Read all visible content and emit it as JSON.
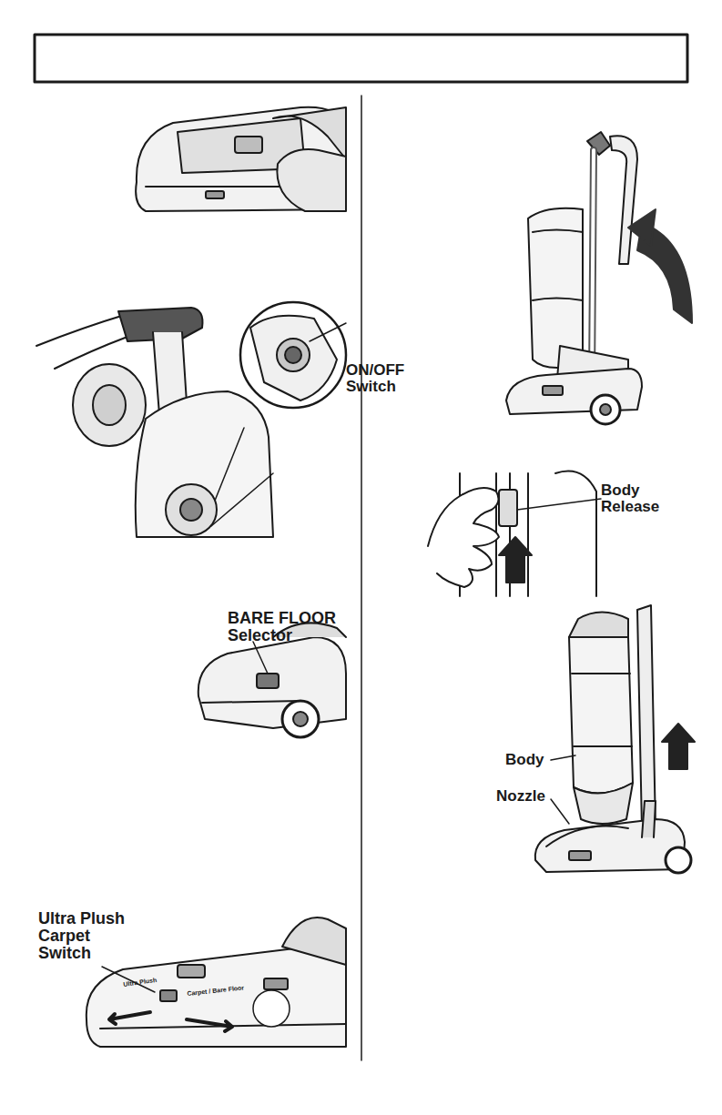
{
  "diagram": {
    "labels": [
      "ON/OFF Switch",
      "BARE FLOOR Selector",
      "Ultra Plush Carpet Switch",
      "Ultra Plush",
      "Carpet / Bare Floor",
      "Body Release",
      "Body",
      "Nozzle"
    ]
  }
}
